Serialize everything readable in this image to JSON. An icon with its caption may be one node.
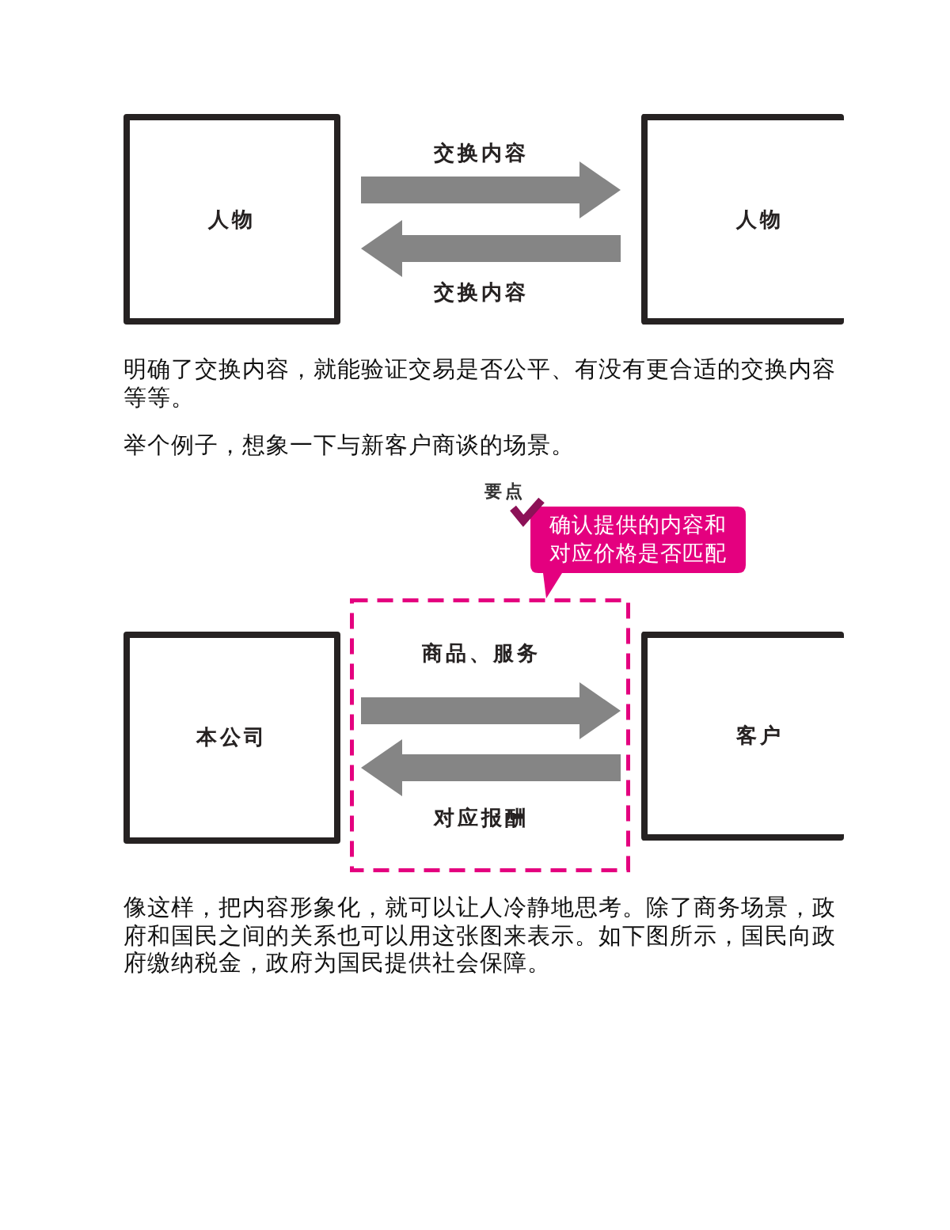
{
  "diagram": {
    "nodes": [
      {
        "text": [
          "人物"
        ]
      },
      {
        "text": [
          "人物"
        ]
      },
      {
        "text": [
          "确认提供的内容和对应价格是否匹配"
        ],
        "beside": [
          "要点"
        ]
      },
      {
        "text": [
          "本公司"
        ]
      },
      {
        "text": [
          "客户"
        ]
      }
    ],
    "edges": [
      {
        "from": 0,
        "to": 1,
        "arrow": "to",
        "label": "交换内容"
      },
      {
        "from": 1,
        "to": 0,
        "arrow": "to",
        "label": "交换内容"
      },
      {
        "from": 3,
        "to": 4,
        "arrow": "to",
        "label": "商品、服务"
      },
      {
        "from": 4,
        "to": 3,
        "arrow": "to",
        "label": "对应报酬"
      }
    ],
    "labels": [
      "明确了交换内容，就能验证交易是否公平、有没有更合适的交换内容等等。",
      "举个例子，想象一下与新客户商谈的场景。",
      "像这样，把内容形象化，就可以让人冷静地思考。除了商务场景，政府和国民之间的关系也可以用这张图来表示。如下图所示，国民向政府缴纳税金，政府为国民提供社会保障。"
    ]
  }
}
